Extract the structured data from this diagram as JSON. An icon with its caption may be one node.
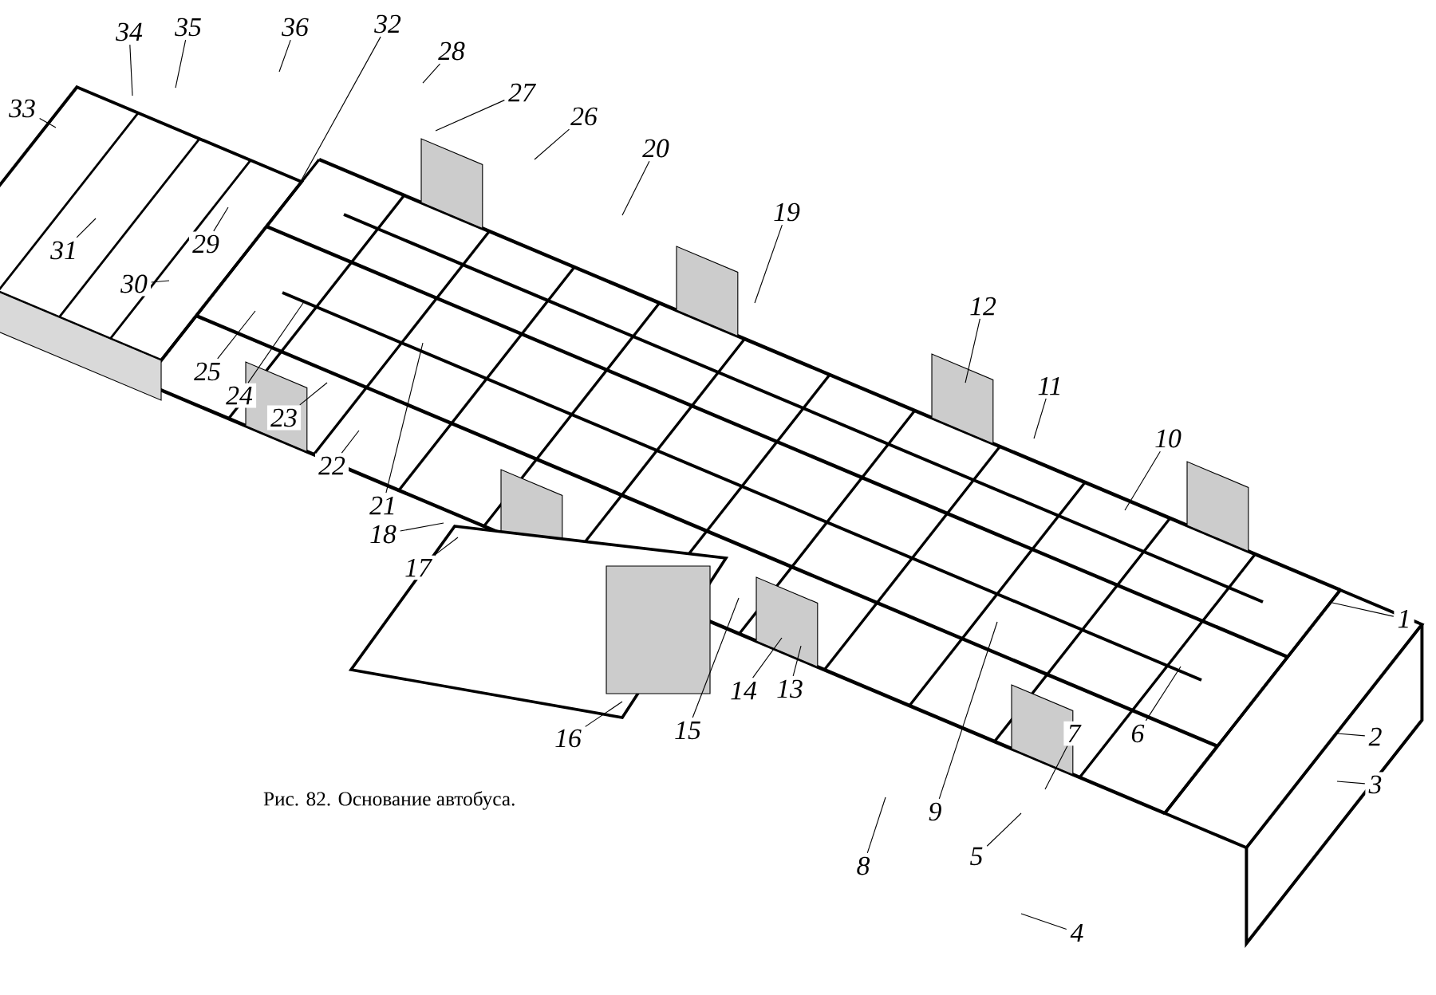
{
  "diagram": {
    "caption": "Рис. 82. Основание автобуса.",
    "nodes": [
      {
        "text": [
          "1"
        ]
      },
      {
        "text": [
          "2"
        ]
      },
      {
        "text": [
          "3"
        ]
      },
      {
        "text": [
          "4"
        ]
      },
      {
        "text": [
          "5"
        ]
      },
      {
        "text": [
          "6"
        ]
      },
      {
        "text": [
          "7"
        ]
      },
      {
        "text": [
          "8"
        ]
      },
      {
        "text": [
          "9"
        ]
      },
      {
        "text": [
          "10"
        ]
      },
      {
        "text": [
          "11"
        ]
      },
      {
        "text": [
          "12"
        ]
      },
      {
        "text": [
          "13"
        ]
      },
      {
        "text": [
          "14"
        ]
      },
      {
        "text": [
          "15"
        ]
      },
      {
        "text": [
          "16"
        ]
      },
      {
        "text": [
          "17"
        ]
      },
      {
        "text": [
          "18"
        ]
      },
      {
        "text": [
          "19"
        ]
      },
      {
        "text": [
          "20"
        ]
      },
      {
        "text": [
          "21"
        ]
      },
      {
        "text": [
          "22"
        ]
      },
      {
        "text": [
          "23"
        ]
      },
      {
        "text": [
          "24"
        ]
      },
      {
        "text": [
          "25"
        ]
      },
      {
        "text": [
          "26"
        ]
      },
      {
        "text": [
          "27"
        ]
      },
      {
        "text": [
          "28"
        ]
      },
      {
        "text": [
          "29"
        ]
      },
      {
        "text": [
          "30"
        ]
      },
      {
        "text": [
          "31"
        ]
      },
      {
        "text": [
          "32"
        ]
      },
      {
        "text": [
          "33"
        ]
      },
      {
        "text": [
          "34"
        ]
      },
      {
        "text": [
          "35"
        ]
      },
      {
        "text": [
          "36"
        ]
      }
    ],
    "edges": [
      {
        "from": 0,
        "to": null,
        "arrow": "none"
      },
      {
        "from": 1,
        "to": null,
        "arrow": "none"
      },
      {
        "from": 2,
        "to": null,
        "arrow": "none"
      },
      {
        "from": 3,
        "to": null,
        "arrow": "none"
      },
      {
        "from": 4,
        "to": null,
        "arrow": "none"
      },
      {
        "from": 5,
        "to": null,
        "arrow": "none"
      },
      {
        "from": 6,
        "to": null,
        "arrow": "none"
      },
      {
        "from": 7,
        "to": null,
        "arrow": "none"
      },
      {
        "from": 8,
        "to": null,
        "arrow": "none"
      },
      {
        "from": 9,
        "to": null,
        "arrow": "none"
      },
      {
        "from": 10,
        "to": null,
        "arrow": "none"
      },
      {
        "from": 11,
        "to": null,
        "arrow": "none"
      },
      {
        "from": 12,
        "to": null,
        "arrow": "none"
      },
      {
        "from": 13,
        "to": null,
        "arrow": "none"
      },
      {
        "from": 14,
        "to": null,
        "arrow": "none"
      },
      {
        "from": 15,
        "to": null,
        "arrow": "none"
      },
      {
        "from": 16,
        "to": null,
        "arrow": "none"
      },
      {
        "from": 17,
        "to": null,
        "arrow": "none"
      },
      {
        "from": 18,
        "to": null,
        "arrow": "none"
      },
      {
        "from": 19,
        "to": null,
        "arrow": "none"
      },
      {
        "from": 20,
        "to": null,
        "arrow": "none"
      },
      {
        "from": 21,
        "to": null,
        "arrow": "none"
      },
      {
        "from": 22,
        "to": null,
        "arrow": "none"
      },
      {
        "from": 23,
        "to": null,
        "arrow": "none"
      },
      {
        "from": 24,
        "to": null,
        "arrow": "none"
      },
      {
        "from": 25,
        "to": null,
        "arrow": "none"
      },
      {
        "from": 26,
        "to": null,
        "arrow": "none"
      },
      {
        "from": 27,
        "to": null,
        "arrow": "none"
      },
      {
        "from": 28,
        "to": null,
        "arrow": "none"
      },
      {
        "from": 29,
        "to": null,
        "arrow": "none"
      },
      {
        "from": 30,
        "to": null,
        "arrow": "none"
      },
      {
        "from": 31,
        "to": null,
        "arrow": "none"
      },
      {
        "from": 32,
        "to": null,
        "arrow": "none"
      },
      {
        "from": 33,
        "to": null,
        "arrow": "none"
      },
      {
        "from": 34,
        "to": null,
        "arrow": "none"
      },
      {
        "from": 35,
        "to": null,
        "arrow": "none"
      }
    ]
  }
}
